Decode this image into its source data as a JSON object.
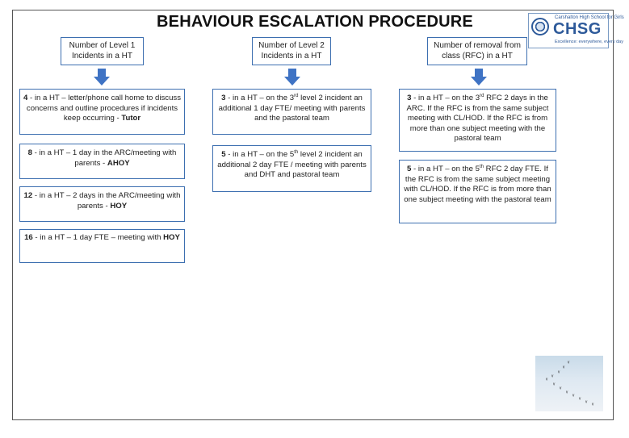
{
  "title": "BEHAVIOUR ESCALATION PROCEDURE",
  "logo": {
    "school_name": "Carshalton High School for Girls",
    "acronym": "CHSG",
    "tagline": "Excellence: everywhere, every day"
  },
  "columns": [
    {
      "header": "Number of Level 1 Incidents in a HT",
      "boxes": [
        {
          "num": "4",
          "text": " - in a HT – letter/phone call home to discuss concerns and outline procedures if incidents keep occurring - ",
          "who": "Tutor"
        },
        {
          "num": "8",
          "text": " - in a HT – 1 day in the ARC/meeting with parents - ",
          "who": "AHOY"
        },
        {
          "num": "12",
          "text": " - in a HT – 2 days in the ARC/meeting with parents - ",
          "who": "HOY"
        },
        {
          "num": "16",
          "text": " - in a HT – 1 day  FTE – meeting with ",
          "who": "HOY"
        }
      ]
    },
    {
      "header": "Number of Level 2 Incidents in a HT",
      "boxes": [
        {
          "num": "3",
          "pre": " - in a HT – on the 3",
          "sup": "rd",
          "post": " level 2 incident an additional 1 day FTE/ meeting with parents and the pastoral team"
        },
        {
          "num": "5",
          "pre": " - in a HT – on the 5",
          "sup": "th",
          "post": " level 2 incident an additional 2 day FTE / meeting with parents and DHT and pastoral team"
        }
      ]
    },
    {
      "header": "Number of removal from class (RFC) in a HT",
      "boxes": [
        {
          "num": "3",
          "pre": " - in a HT – on the 3",
          "sup": "rd",
          "post": " RFC 2 days in the ARC. If the RFC is from the same subject meeting with CL/HOD. If the RFC is from more than one subject meeting with the pastoral team"
        },
        {
          "num": "5",
          "pre": " - in a HT – on the 5",
          "sup": "th",
          "post": " RFC 2 day FTE. If the RFC is from the same subject meeting with CL/HOD. If the RFC is from more than one subject meeting with the pastoral team"
        }
      ]
    }
  ],
  "colors": {
    "border": "#3d6fb0",
    "arrow": "#3f73c4",
    "brand": "#2e5a9a"
  },
  "icons": [
    "down-arrow-icon",
    "school-crest-icon"
  ]
}
